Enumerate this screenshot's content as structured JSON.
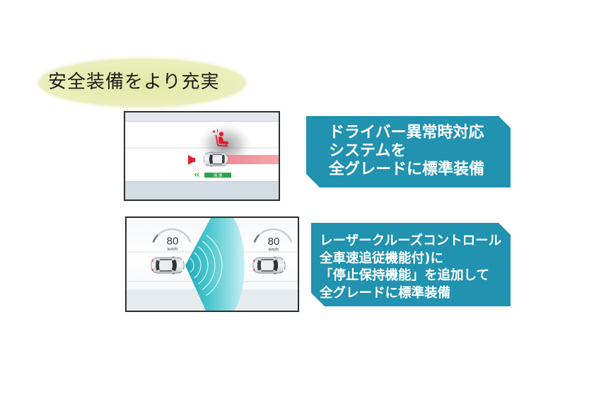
{
  "slide": {
    "title": "安全装備をより充実"
  },
  "features": [
    {
      "label_lines": [
        "ドライバー異常時対応",
        "システムを",
        "全グレードに標準装備"
      ],
      "illustration": {
        "sign_text": "減 速",
        "icons": [
          "driver-alert-icon",
          "horn-speaker-icon",
          "car-icon",
          "green-indicator-icon"
        ]
      }
    },
    {
      "label_lines": [
        "レーザークルーズコントロール",
        "全車速追従機能付)に",
        "「停止保持機能」を追加して",
        "全グレードに標準装備"
      ],
      "illustration": {
        "speed_left": "80",
        "unit_left": "km/h",
        "speed_right": "80",
        "unit_right": "km/h",
        "icons": [
          "car-icon",
          "radar-wave-icon",
          "speed-gauge-icon"
        ]
      }
    }
  ],
  "colors": {
    "title_oval": "#e9edb6",
    "label_box": "#2192b0",
    "label_text": "#ffffff",
    "alert_red": "#e0202e",
    "sign_green": "#2ba24b",
    "radar_teal": "#1fb0bc"
  }
}
